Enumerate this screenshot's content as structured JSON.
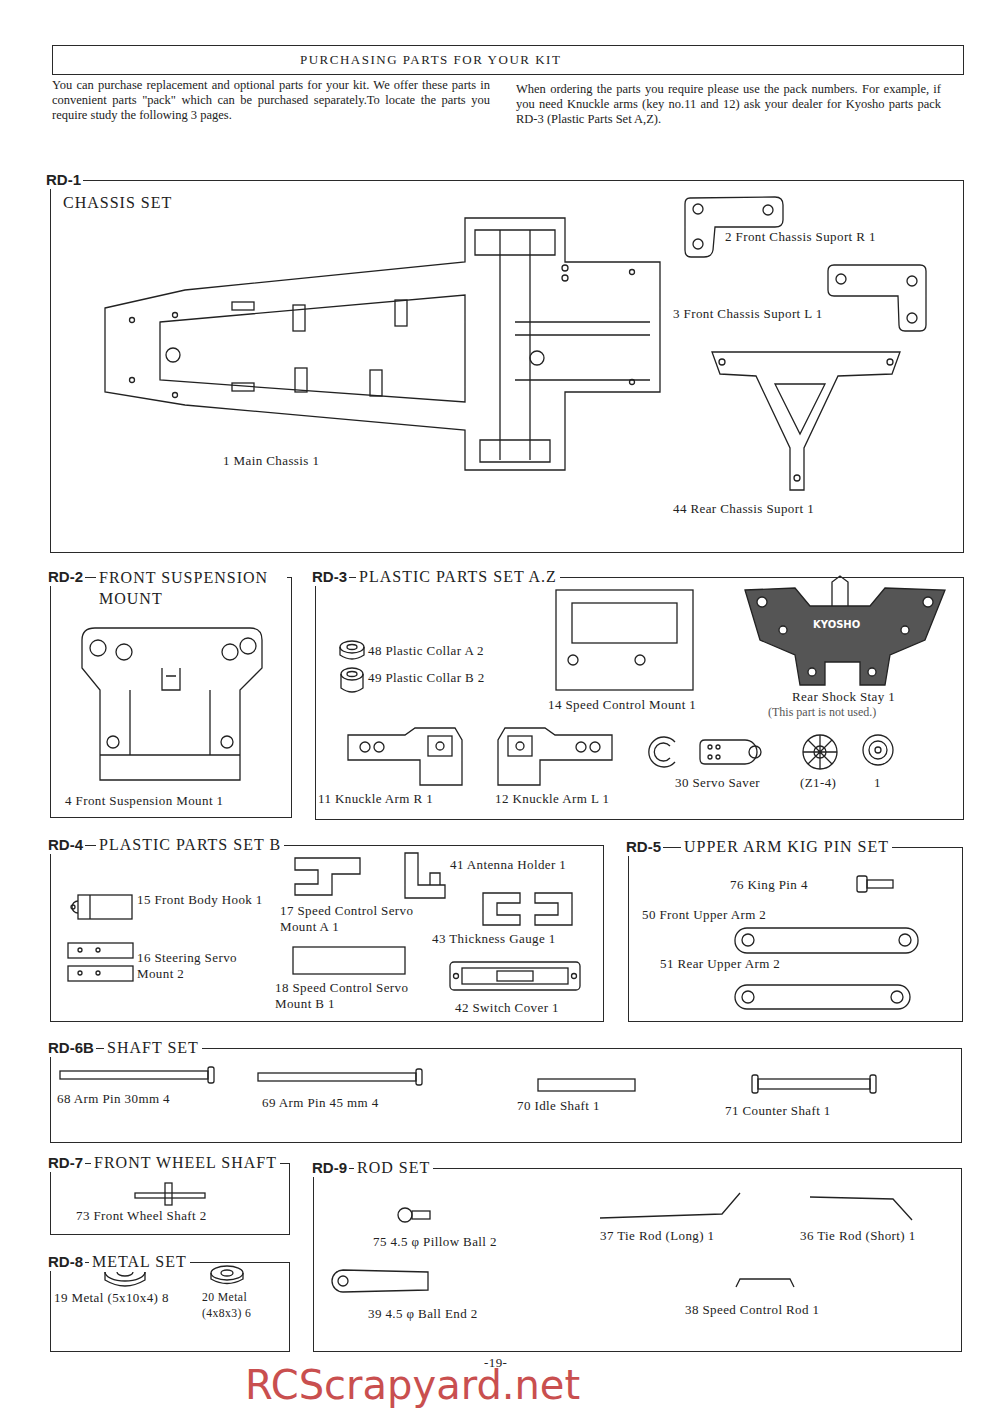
{
  "diagram": {
    "nodes": [
      {
        "text": [
          "PURCHASING PARTS FOR YOUR KIT"
        ]
      },
      {
        "text": [
          "RD-1",
          "CHASSIS SET",
          "2 Front Chassis Suport R 1",
          "3 Front Chassis Suport L 1",
          "1 Main Chassis 1",
          "44 Rear Chassis Suport 1"
        ]
      },
      {
        "text": [
          "RD-2",
          "FRONT SUSPENSION MOUNT",
          "4 Front Suspension Mount 1"
        ]
      },
      {
        "text": [
          "RD-3",
          "PLASTIC PARTS SET A.Z",
          "48 Plastic Collar A 2",
          "49 Plastic Collar B 2",
          "14 Speed Control Mount 1",
          "KYOSHO",
          "Rear Shock Stay 1",
          "(This part is not used.)",
          "11 Knuckle Arm R 1",
          "12 Knuckle Arm L 1",
          "30 Servo Saver",
          "(Z1-4)",
          "1"
        ]
      },
      {
        "text": [
          "RD-4",
          "PLASTIC PARTS SET B",
          "15 Front Body Hook 1",
          "17 Speed Control Servo Mount A 1",
          "41 Antenna Holder 1",
          "43 Thickness Gauge 1",
          "16 Steering Servo Mount 2",
          "18 Speed Control Servo Mount B 1",
          "42 Switch Cover 1"
        ]
      },
      {
        "text": [
          "RD-5",
          "UPPER ARM KIG PIN SET",
          "76 King Pin 4",
          "50 Front Upper Arm 2",
          "51 Rear Upper Arm 2"
        ]
      },
      {
        "text": [
          "RD-6B",
          "SHAFT SET",
          "68 Arm Pin 30mm 4",
          "69 Arm Pin 45 mm 4",
          "70 Idle Shaft 1",
          "71 Counter Shaft 1"
        ]
      },
      {
        "text": [
          "RD-7",
          "FRONT WHEEL SHAFT",
          "73 Front Wheel Shaft 2"
        ]
      },
      {
        "text": [
          "RD-8",
          "METAL SET",
          "19 Metal (5x10x4) 8",
          "20 Metal (4x8x3) 6"
        ]
      },
      {
        "text": [
          "RD-9",
          "ROD SET",
          "75 4.5 φ Pillow Ball 2",
          "37 Tie Rod (Long) 1",
          "36 Tie Rod (Short) 1",
          "39 4.5 φ Ball End 2",
          "38 Speed Control Rod 1"
        ]
      }
    ],
    "labels": [
      "You can purchase replacement and optional parts for your kit. We offer these parts in convenient parts \"pack\" which can be purchased separately.To locate the parts you require study the following 3 pages.",
      "When ordering the parts you require please use the pack numbers. For example, if you need Knuckle arms (key no.11 and 12) ask your dealer for Kyosho parts pack RD-3 (Plastic Parts Set A,Z).",
      "-19-",
      "RCScrapyard.net"
    ]
  }
}
